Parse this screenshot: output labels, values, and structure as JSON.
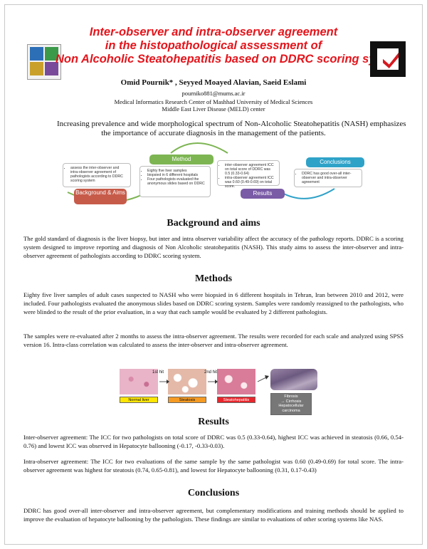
{
  "header": {
    "title_lines": [
      "Inter-observer and intra-observer agreement",
      "in the histopathological assessment of",
      "Non Alcoholic Steatohepatitis based on DDRC scoring system"
    ],
    "authors": "Omid Pournik* , Seyyed Moayed Alavian, Saeid Eslami",
    "email": "pourniko881@mums.ac.ir",
    "affiliation_lines": [
      "Medical Informatics Research Center of Mashhad University of Medical Sciences",
      "Middle East Liver Disease (MELD) center"
    ]
  },
  "intro_lines": [
    "Increasing prevalence and wide morphological spectrum of Non-Alcoholic Steatohepatitis (NASH) emphasizes",
    "the importance of accurate diagnosis in the management of the patients."
  ],
  "diagram": {
    "background": {
      "label": "Background & Aims",
      "text": "assess the inter-observer and intra-observer agreement of pathologists according to DDRC scoring system",
      "color": "#c75b4a"
    },
    "method": {
      "label": "Method",
      "items": [
        "Eighty five liver samples",
        "biopsied in 6 different hospitals",
        "Four pathologists evaluated the anonymous slides based on DDRC"
      ],
      "color": "#7db553"
    },
    "results": {
      "label": "Results",
      "items": [
        "inter-observer agreement ICC on total score of DDRC was 0.5 (0.33-0.64)",
        "intra-observer agreement ICC was 0.60 (0.49-0.69) on total score."
      ],
      "color": "#7a5ba6"
    },
    "conclusions": {
      "label": "Conclusions",
      "items": [
        "DDRC has good over-all inter-observer and intra-observer agreement"
      ],
      "color": "#2fa2c8"
    }
  },
  "sections": {
    "background": {
      "heading": "Background and aims",
      "paragraph": "The gold standard of diagnosis is the liver biopsy, but inter and intra observer variability affect the accuracy of the pathology reports. DDRC is a scoring system designed to improve reporting and diagnosis of Non Alcoholic steatohepatitis (NASH). This study aims to assess the inter-observer and intra-observer agreement of pathologists according to DDRC scoring system."
    },
    "methods": {
      "heading": "Methods",
      "paragraph1": "Eighty five liver samples of adult cases suspected to NASH who were biopsied in 6 different hospitals in Tehran, Iran between 2010 and 2012, were included. Four pathologists evaluated the anonymous slides based on DDRC scoring system. Samples were randomly reassigned to the pathologists, who were blinded to the result of the prior evaluation, in a way that each sample would be evaluated by 2 different pathologists.",
      "paragraph2": "The samples were re-evaluated after 2 months to assess the intra-observer agreement. The results were recorded for each scale and analyzed using SPSS version 16. Intra-class correlation was calculated to assess the inter-observer and intra-observer agreement.",
      "figure": {
        "hit1": "1st hit",
        "hit2": "2nd hit",
        "labels": [
          "Normal liver",
          "Steatosis",
          "Steatohepatitis",
          "Fibrosis\n→ Cirrhosis\nHepatocellular\ncarcinoma"
        ]
      }
    },
    "results": {
      "heading": "Results",
      "paragraph1": "Inter-observer agreement: The ICC for two pathologists on total score of DDRC was 0.5 (0.33-0.64), highest ICC was achieved in steatosis (0.66, 0.54-0.76) and lowest ICC was observed in Hepatocyte ballooning (-0.17, -0.33-0.03).",
      "paragraph2": "Intra-observer agreement: The ICC for two evaluations of the same sample by the same pathologist was 0.60 (0.49-0.69) for total score. The intra-observer agreement was highest for steatosis (0.74, 0.65-0.81), and lowest for Hepatocyte ballooning (0.31, 0.17-0.43)"
    },
    "conclusions": {
      "heading": "Conclusions",
      "paragraph": "DDRC has good over-all inter-observer and intra-observer agreement, but complementary modifications and training methods should be applied to improve the evaluation of hepatocyte ballooning by the pathologists. These findings are similar to evaluations of other scoring systems like NAS."
    }
  }
}
